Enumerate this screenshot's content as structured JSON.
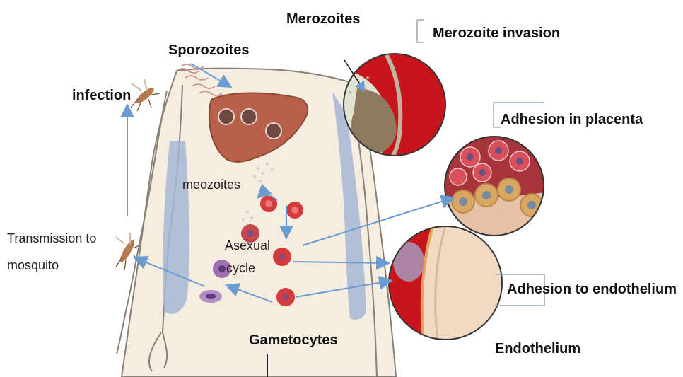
{
  "labels": {
    "merozoites_top": "Merozoites",
    "merozoite_invasion": "Merozoite invasion",
    "sporozoites": "Sporozoites",
    "infection": "infection",
    "adhesion_placenta": "Adhesion in placenta",
    "merozoites_body": "meozoites",
    "transmission_line1": "Transmission to",
    "transmission_line2": "mosquito",
    "asexual_line1": "Asexual",
    "asexual_line2": "cycle",
    "adhesion_endothelium": "Adhesion to endothelium",
    "gametocytes": "Gametocytes",
    "endothelium": "Endothelium"
  },
  "colors": {
    "arrow": "#6a9bd1",
    "blood_red": "#c8151c",
    "skin": "#f6ede1",
    "liver": "#b8604a",
    "body_shadow": "#a6b6d4",
    "outline": "#8a7f74"
  }
}
